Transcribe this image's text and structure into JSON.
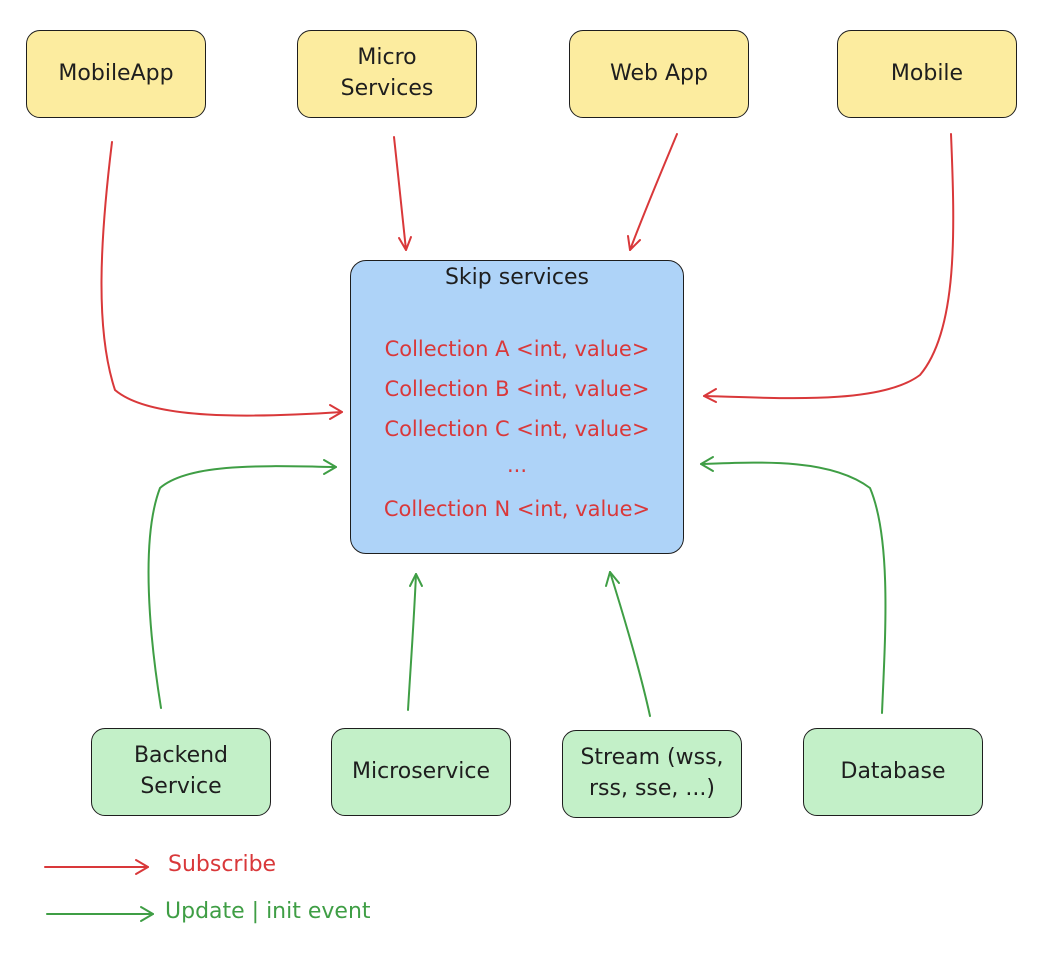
{
  "clients": [
    {
      "label": "MobileApp"
    },
    {
      "label": "Micro\nServices"
    },
    {
      "label": "Web App"
    },
    {
      "label": "Mobile"
    }
  ],
  "hub": {
    "title": "Skip services",
    "collections": [
      "Collection A <int, value>",
      "Collection B <int, value>",
      "Collection C <int, value>",
      "...",
      "Collection N <int, value>"
    ]
  },
  "sources": [
    {
      "label": "Backend\nService"
    },
    {
      "label": "Microservice"
    },
    {
      "label": "Stream (wss,\nrss, sse, ...)"
    },
    {
      "label": "Database"
    }
  ],
  "legend": {
    "subscribe": "Subscribe",
    "update": "Update | init event"
  },
  "colors": {
    "subscribe": "#d9383a",
    "update": "#3f9e45",
    "client_fill": "#fcec9f",
    "source_fill": "#c3f0c8",
    "hub_fill": "#aed3f8"
  }
}
